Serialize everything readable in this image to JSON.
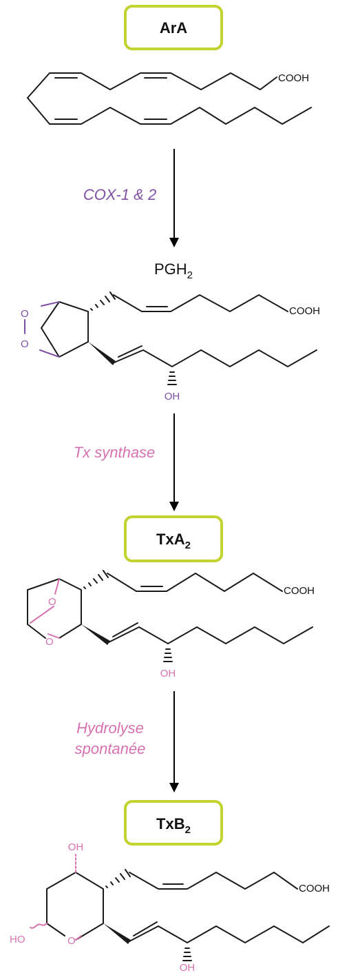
{
  "compounds": {
    "ara": {
      "name": "ArA",
      "group": "COOH"
    },
    "pgh2": {
      "name": "PGH",
      "sub": "2",
      "groups": {
        "acid": "COOH",
        "oxygen_top": "O",
        "oxygen_bottom": "O",
        "hydroxyl": "OH"
      }
    },
    "txa2": {
      "name": "TxA",
      "sub": "2",
      "groups": {
        "acid": "COOH",
        "oxygen_bridge": "O",
        "oxygen_ring": "O",
        "hydroxyl": "OH"
      }
    },
    "txb2": {
      "name": "TxB",
      "sub": "2",
      "groups": {
        "acid": "COOH",
        "hydroxyl_ring": "OH",
        "hydroxyl_anomeric": "HO",
        "oxygen_ring": "O",
        "hydroxyl": "OH"
      }
    }
  },
  "steps": [
    {
      "enzyme_lines": [
        "COX-1 & 2"
      ],
      "color": "#7e4fa3"
    },
    {
      "enzyme_lines": [
        "Tx synthase"
      ],
      "color": "#d771b0"
    },
    {
      "enzyme_lines": [
        "Hydrolyse",
        "spontanée"
      ],
      "color": "#d771b0"
    }
  ],
  "colors": {
    "box_border": "#c2d32f",
    "bond": "#1a1a1a",
    "purple": "#7e4fa3",
    "pink": "#d771b0"
  }
}
